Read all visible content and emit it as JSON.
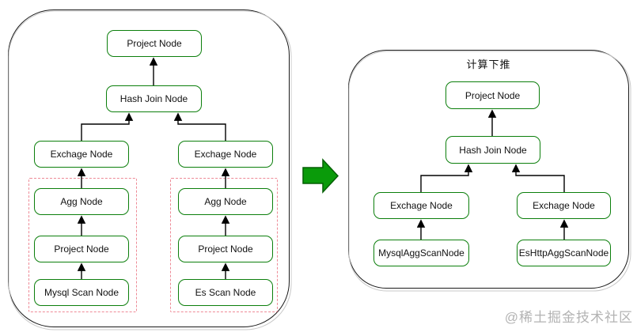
{
  "colors": {
    "node_border": "#0c7f0c",
    "container_border": "#1a1a1a",
    "dashed_group": "#ee8a96",
    "connector": "#000000",
    "transform_arrow_fill": "#0a9b0a",
    "transform_arrow_stroke": "#045f04",
    "watermark": "#b3b3b3"
  },
  "left_diagram": {
    "nodes": {
      "project_top": "Project Node",
      "hash_join": "Hash Join Node",
      "exchange_left": "Exchage Node",
      "exchange_right": "Exchage Node",
      "agg_left": "Agg Node",
      "project_left": "Project Node",
      "mysql_scan": "Mysql Scan Node",
      "agg_right": "Agg Node",
      "project_right": "Project Node",
      "es_scan": "Es Scan Node"
    }
  },
  "right_diagram": {
    "title": "计算下推",
    "nodes": {
      "project_top": "Project Node",
      "hash_join": "Hash Join Node",
      "exchange_left": "Exchage Node",
      "exchange_right": "Exchage Node",
      "mysql_agg_scan": "MysqlAggScanNode",
      "es_http_agg_scan": "EsHttpAggScanNode"
    }
  },
  "transform_arrow": {
    "icon": "right-block-arrow"
  },
  "watermark": {
    "text": "@稀土掘金技术社区"
  }
}
